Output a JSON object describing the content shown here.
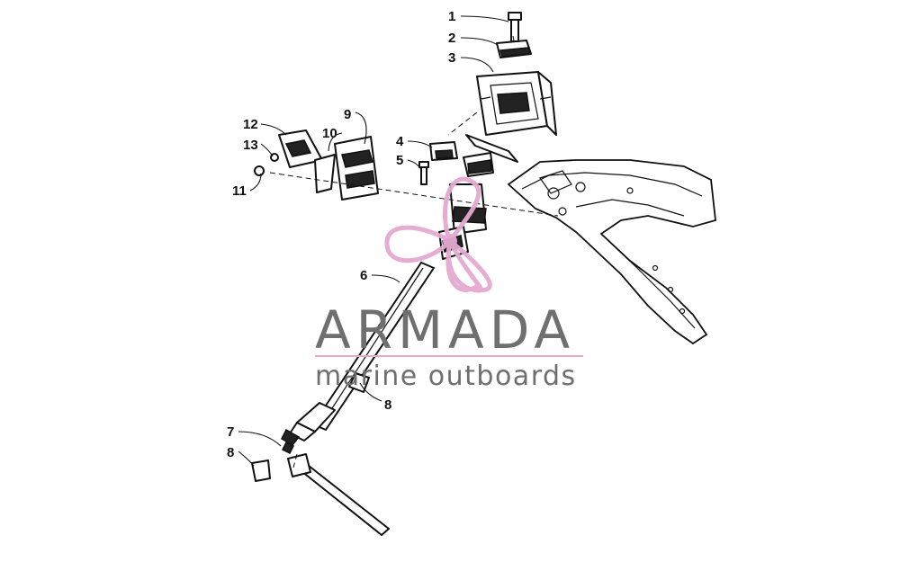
{
  "diagram": {
    "callouts": [
      {
        "id": "c1",
        "text": "1"
      },
      {
        "id": "c2",
        "text": "2"
      },
      {
        "id": "c3",
        "text": "3"
      },
      {
        "id": "c4",
        "text": "4"
      },
      {
        "id": "c5",
        "text": "5"
      },
      {
        "id": "c6",
        "text": "6"
      },
      {
        "id": "c7",
        "text": "7"
      },
      {
        "id": "c8a",
        "text": "8"
      },
      {
        "id": "c8b",
        "text": "8"
      },
      {
        "id": "c9",
        "text": "9"
      },
      {
        "id": "c10",
        "text": "10"
      },
      {
        "id": "c11",
        "text": "11"
      },
      {
        "id": "c12",
        "text": "12"
      },
      {
        "id": "c13",
        "text": "13"
      }
    ]
  },
  "watermark": {
    "title": "ARMADA",
    "subtitle": "marine outboards",
    "colors": {
      "logo": "#e3a9cf",
      "text": "#6f6f6f",
      "rule": "#e3a9cf"
    }
  }
}
